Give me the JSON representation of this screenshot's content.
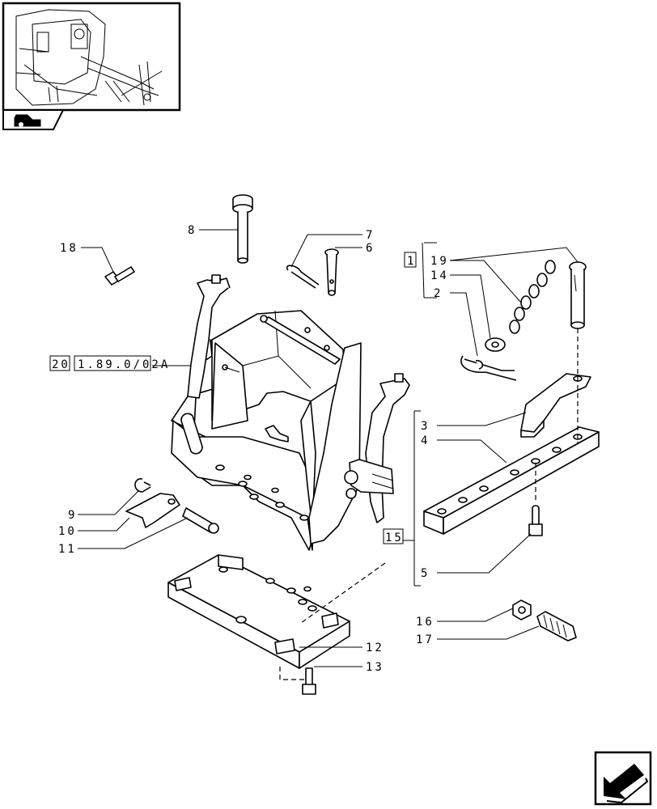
{
  "callouts": {
    "c1": "1",
    "c2": "2",
    "c3": "3",
    "c4": "4",
    "c5": "5",
    "c6": "6",
    "c7": "7",
    "c8": "8",
    "c9": "9",
    "c10": "10",
    "c11": "11",
    "c12": "12",
    "c13": "13",
    "c14": "14",
    "c15": "15",
    "c16": "16",
    "c17": "17",
    "c18": "18",
    "c19": "19",
    "c20": "20"
  },
  "reference_box": "1.89.0/02A",
  "icons": {
    "thumbnail": "tractor-rear-hitch-thumbnail",
    "tab": "tractor-icon",
    "nav": "next-page-arrow-icon"
  }
}
